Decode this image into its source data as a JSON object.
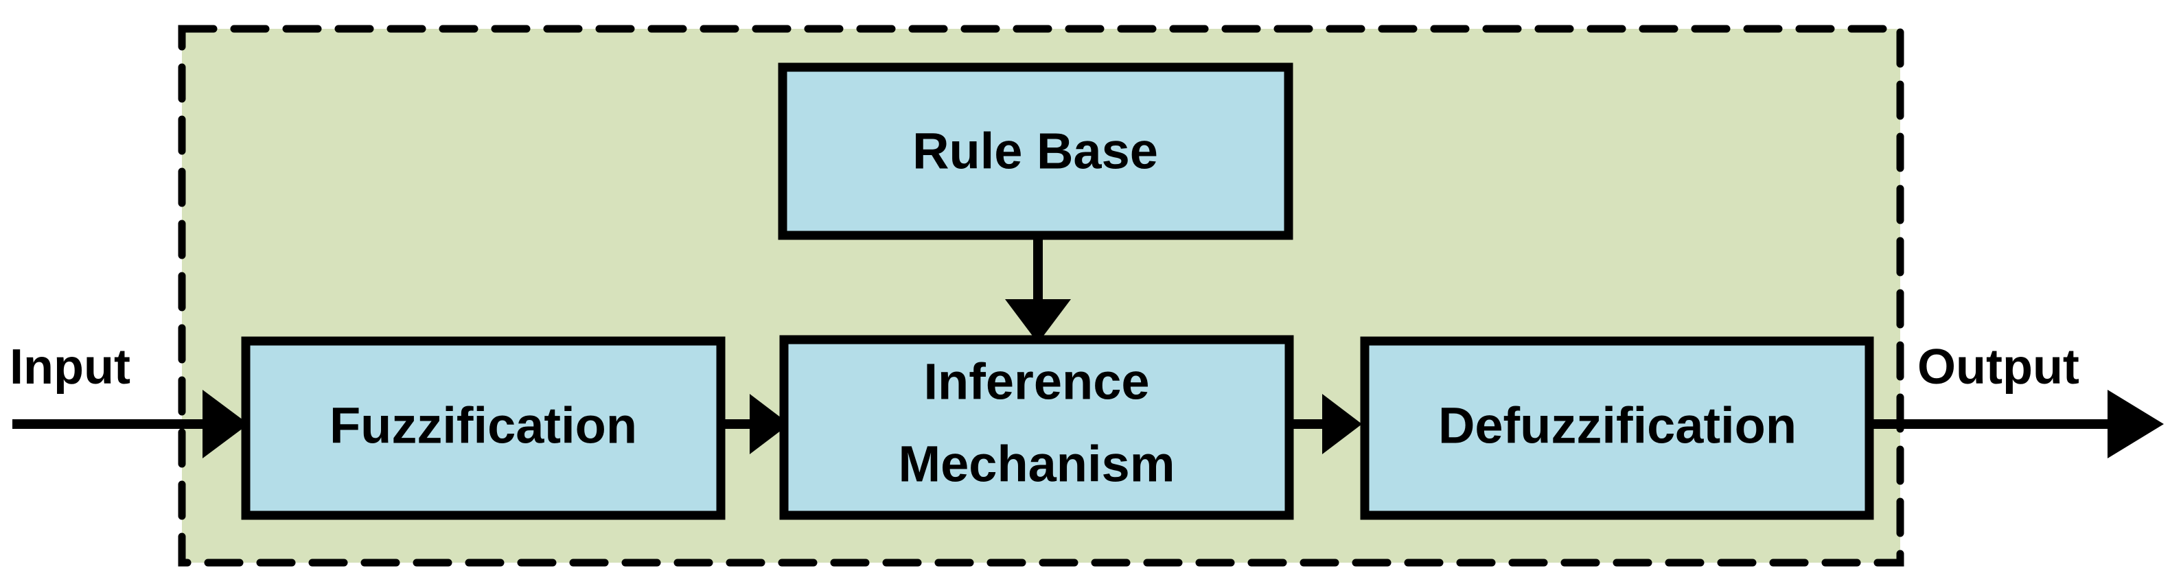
{
  "diagram": {
    "title": "Fuzzy Inference System block diagram",
    "colors": {
      "panel_fill": "#d7e2bc",
      "node_fill": "#b4dde8",
      "stroke": "#000000",
      "background": "#ffffff"
    },
    "panel": {
      "name": "fuzzy-inference-system",
      "border_style": "dashed"
    },
    "nodes": [
      {
        "id": "rule-base",
        "label": "Rule Base"
      },
      {
        "id": "fuzzification",
        "label": "Fuzzification"
      },
      {
        "id": "inference-mechanism",
        "label_line1": "Inference",
        "label_line2": "Mechanism"
      },
      {
        "id": "defuzzification",
        "label": "Defuzzification"
      }
    ],
    "io": {
      "input_label": "Input",
      "output_label": "Output"
    },
    "connections": [
      {
        "from": "input",
        "to": "fuzzification",
        "direction": "right"
      },
      {
        "from": "fuzzification",
        "to": "inference-mechanism",
        "direction": "right"
      },
      {
        "from": "rule-base",
        "to": "inference-mechanism",
        "direction": "down"
      },
      {
        "from": "inference-mechanism",
        "to": "defuzzification",
        "direction": "right"
      },
      {
        "from": "defuzzification",
        "to": "output",
        "direction": "right"
      }
    ]
  }
}
